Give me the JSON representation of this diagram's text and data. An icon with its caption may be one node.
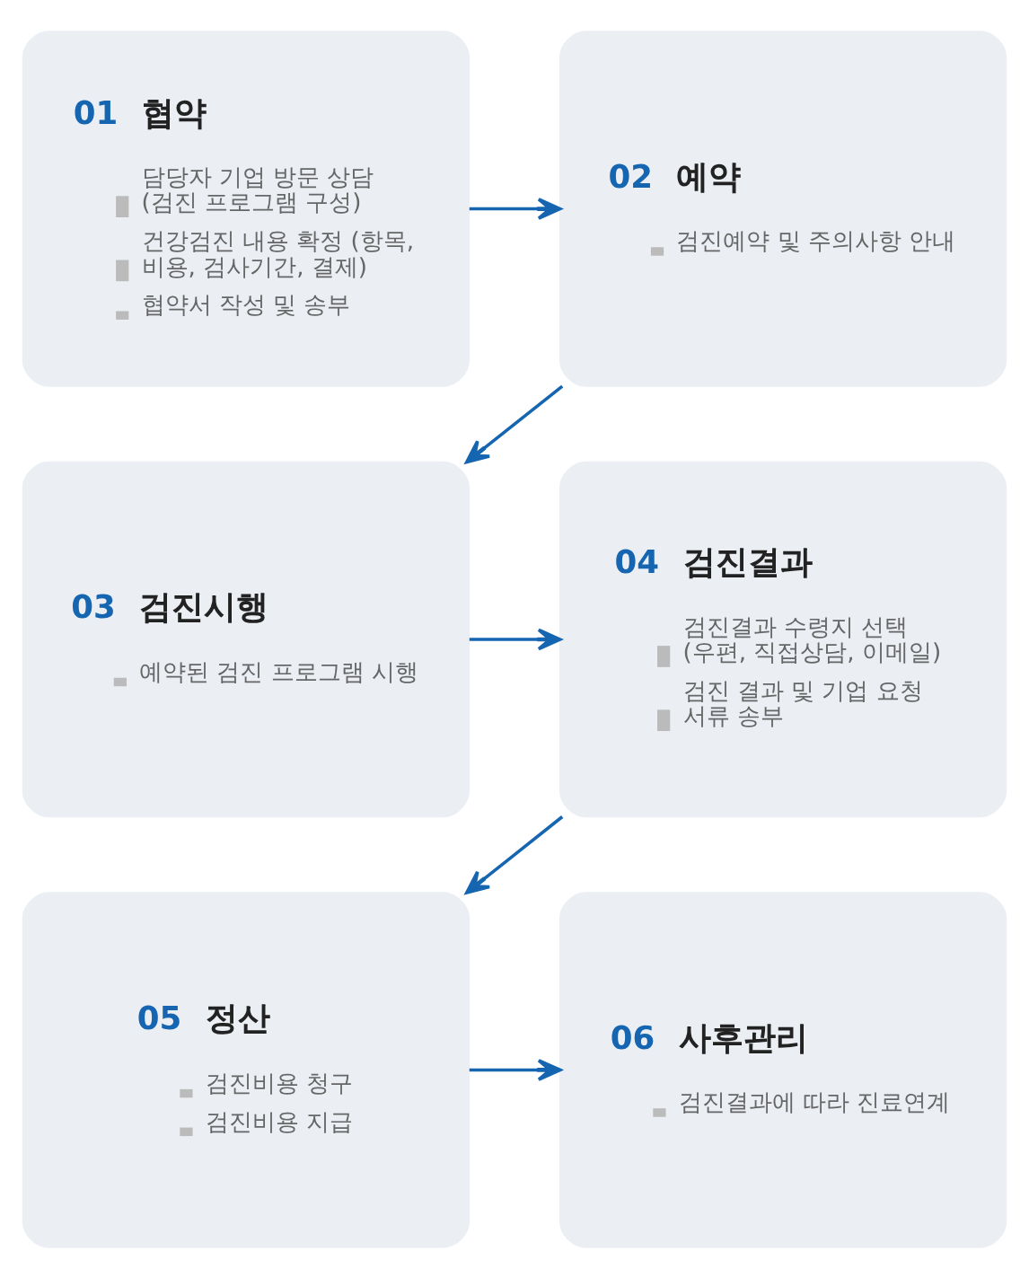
{
  "diagram": {
    "nodes": [
      {
        "text": [
          "01",
          "협약",
          "담당자 기업 방문 상담 (검진 프로그램 구성)",
          "건강검진 내용 확정 (항목, 비용, 검사기간, 결제)",
          "협약서 작성 및 송부"
        ]
      },
      {
        "text": [
          "02",
          "예약",
          "검진예약 및 주의사항 안내"
        ]
      },
      {
        "text": [
          "03",
          "검진시행",
          "예약된 검진 프로그램 시행"
        ]
      },
      {
        "text": [
          "04",
          "검진결과",
          "검진결과 수령지 선택 (우편, 직접상담, 이메일)",
          "검진 결과 및 기업 요청 서류 송부"
        ]
      },
      {
        "text": [
          "05",
          "정산",
          "검진비용 청구",
          "검진비용 지급"
        ]
      },
      {
        "text": [
          "06",
          "사후관리",
          "검진결과에 따라 진료연계"
        ]
      }
    ],
    "edges": [
      {
        "from": 0,
        "to": 1,
        "arrow": "to"
      },
      {
        "from": 1,
        "to": 2,
        "arrow": "to"
      },
      {
        "from": 2,
        "to": 3,
        "arrow": "to"
      },
      {
        "from": 3,
        "to": 4,
        "arrow": "to"
      },
      {
        "from": 4,
        "to": 5,
        "arrow": "to"
      }
    ]
  }
}
